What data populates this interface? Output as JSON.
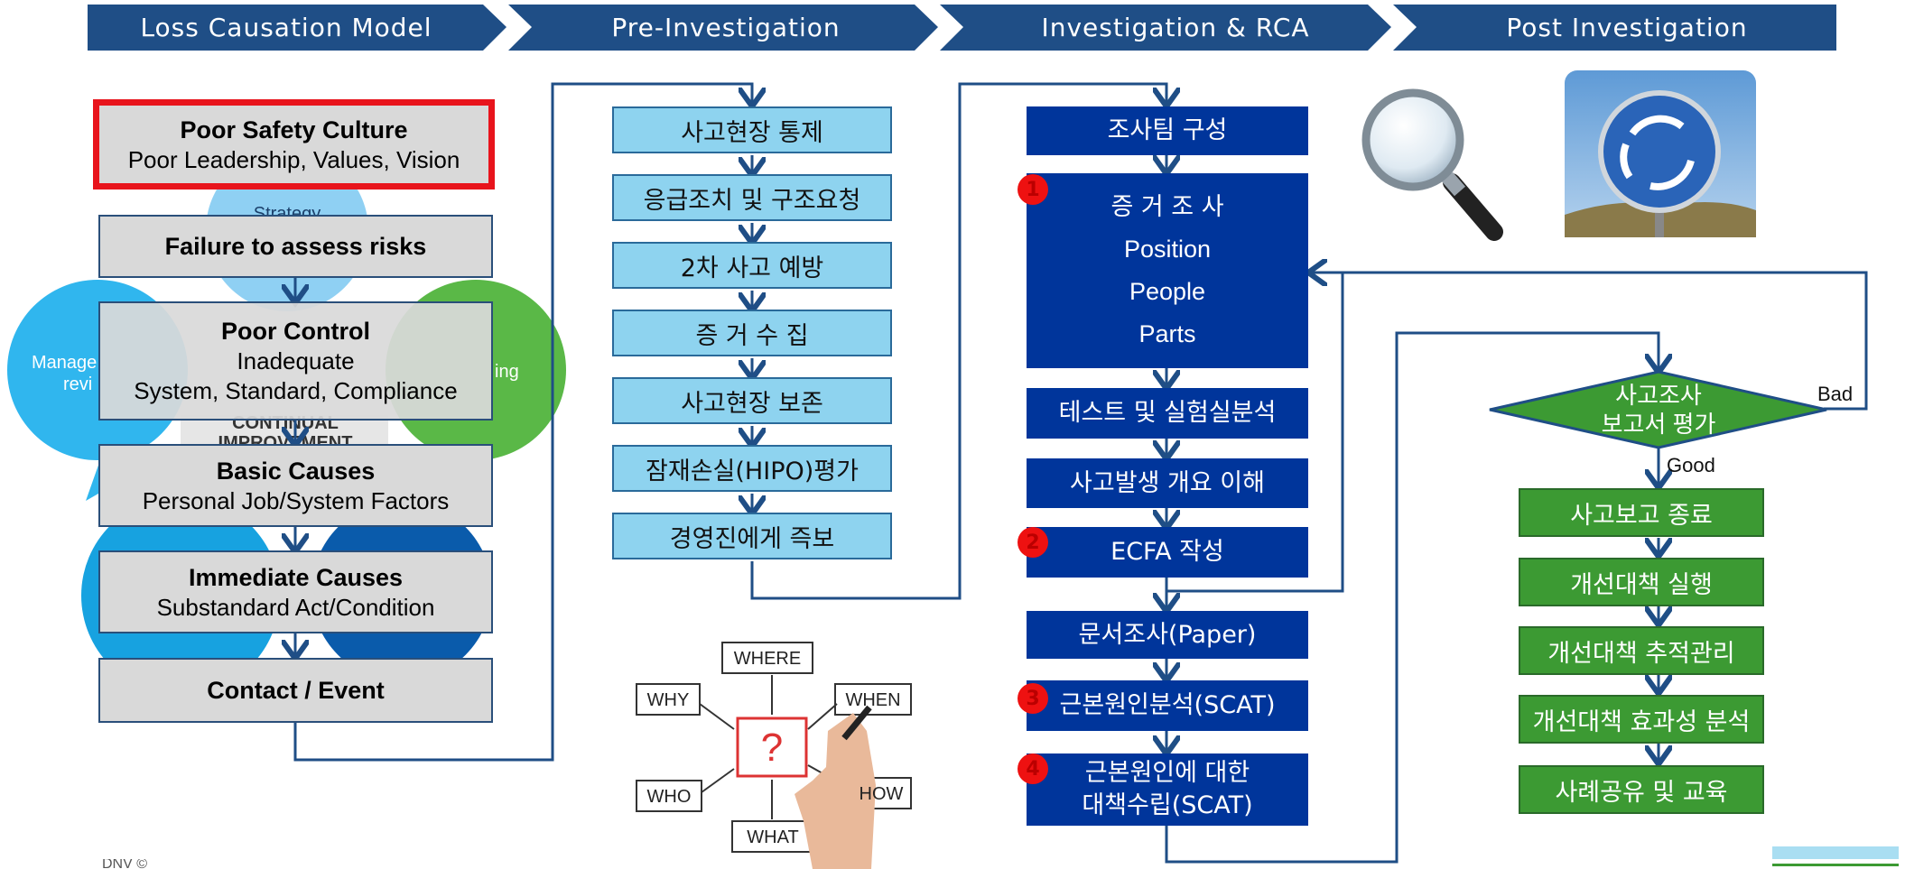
{
  "phases": [
    "Loss Causation Model",
    "Pre-Investigation",
    "Investigation & RCA",
    "Post Investigation"
  ],
  "cycle_labels": {
    "top": "Strategy",
    "left_1": "Manage",
    "left_2": "revi",
    "right": "ing",
    "center_1": "CONTINUAL",
    "center_2": "IMPROVEMENT"
  },
  "loss_model": [
    {
      "bold": "Poor Safety Culture",
      "normal": "Poor Leadership, Values, Vision"
    },
    {
      "bold": "Failure to assess risks",
      "normal": ""
    },
    {
      "bold": "Poor Control",
      "normal": "Inadequate",
      "normal2": "System, Standard, Compliance"
    },
    {
      "bold": "Basic Causes",
      "normal": "Personal Job/System Factors"
    },
    {
      "bold": "Immediate Causes",
      "normal": "Substandard Act/Condition"
    },
    {
      "bold": "Contact / Event",
      "normal": ""
    }
  ],
  "pre_investigation": [
    "사고현장 통제",
    "응급조치 및 구조요청",
    "2차 사고 예방",
    "증 거 수 집",
    "사고현장 보존",
    "잠재손실(HIPO)평가",
    "경영진에게 즉보"
  ],
  "investigation": {
    "team": "조사팀 구성",
    "evidence_title": "증 거 조 사",
    "evidence_items": [
      "Position",
      "People",
      "Parts"
    ],
    "test": "테스트 및 실험실분석",
    "overview": "사고발생 개요 이해",
    "ecfa": "ECFA 작성",
    "paper": "문서조사(Paper)",
    "scat": "근본원인분석(SCAT)",
    "measure_1": "근본원인에 대한",
    "measure_2": "대책수립(SCAT)",
    "badges": [
      "1",
      "2",
      "3",
      "4"
    ]
  },
  "post_investigation": {
    "decision_1": "사고조사",
    "decision_2": "보고서 평가",
    "bad": "Bad",
    "good": "Good",
    "steps": [
      "사고보고 종료",
      "개선대책 실행",
      "개선대책 추적관리",
      "개선대책 효과성 분석",
      "사례공유 및 교육"
    ]
  },
  "whiteboard": [
    "WHERE",
    "WHY",
    "WHEN",
    "WHO",
    "HOW",
    "WHAT",
    "?"
  ],
  "footer": "DNV ©",
  "colors": {
    "phase": "#1f4e86",
    "pre_box": "#8ed3ef",
    "inv_box": "#00359b",
    "post_box": "#3c9a33",
    "flow_line": "#1f4e86",
    "highlight": "#e8141c"
  }
}
